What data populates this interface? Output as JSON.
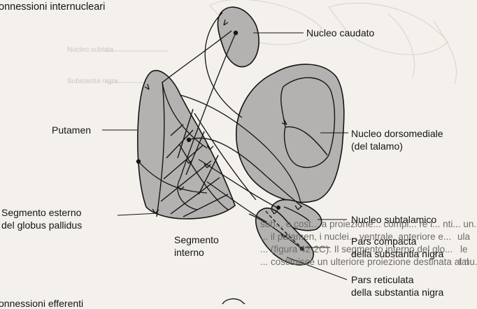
{
  "figure": {
    "title": "onnessioni internucleari",
    "labels": {
      "caudate": "Nucleo caudato",
      "putamen": "Putamen",
      "dorsomedial_1": "Nucleo dorsomediale",
      "dorsomedial_2": "(del talamo)",
      "gp_ext_1": "Segmento esterno",
      "gp_ext_2": "del globus pallidus",
      "gp_int_1": "Segmento",
      "gp_int_2": "interno",
      "subthalamic": "Nucleo subtalamico",
      "compacta_1": "Pars compacta",
      "compacta_2": "della substantia nigra",
      "reticulata_1": "Pars reticulata",
      "reticulata_2": "della substantia nigra"
    },
    "bottom_partial": "onnessioni efferenti"
  },
  "background": {
    "ghost_labels": [
      "Nucleo subtala",
      "Substantia nigra"
    ],
    "text_lines": [
      "sub... e cost... a proiezione... compi... re i... nti... un...",
      "... il putamen, i nuclei... ventrale, anteriore e...",
      "... (figura 42-2C). Il segmento interno del glo...",
      "... costituisce un ulteriore proiezione destinata al nu..."
    ],
    "right_edge_fragments": [
      "ula",
      "le",
      "tal"
    ]
  },
  "colors": {
    "nucleus_fill": "#b4b2b0",
    "outline": "#151515",
    "paper": "#f4f1ec"
  }
}
